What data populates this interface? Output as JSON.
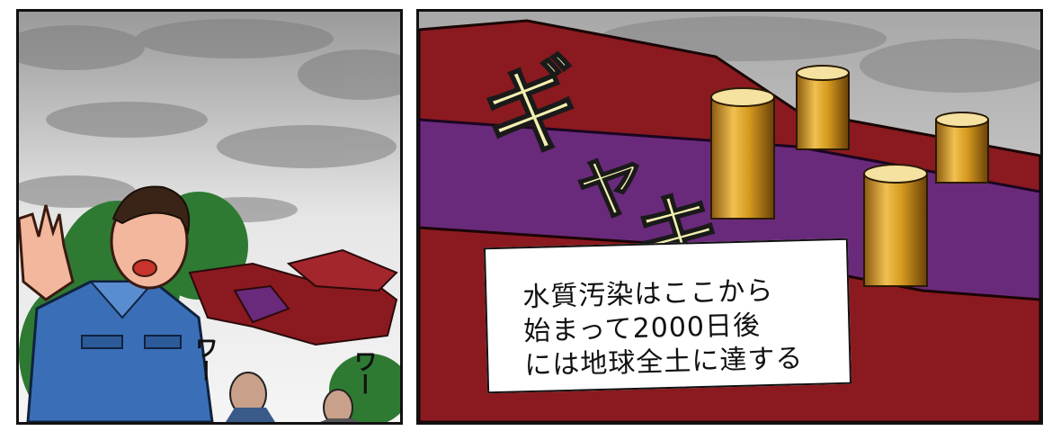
{
  "left_panel": {
    "sfx_1": "ワー",
    "sfx_2": "ワー"
  },
  "right_panel": {
    "sfx_gyaki": [
      "ギ",
      "ャ",
      "キ"
    ],
    "caption": {
      "line1": "水質汚染はここから",
      "line2": "始まって2000日後",
      "line3": "には地球全土に達する"
    }
  },
  "colors": {
    "sky": "#cfcfcf",
    "uniform": "#3a6fb8",
    "machine_red": "#8a1a1f",
    "machine_purple": "#6a2a7c",
    "gold": "#d49a1e",
    "sfx_fill": "#f3f0b0"
  }
}
